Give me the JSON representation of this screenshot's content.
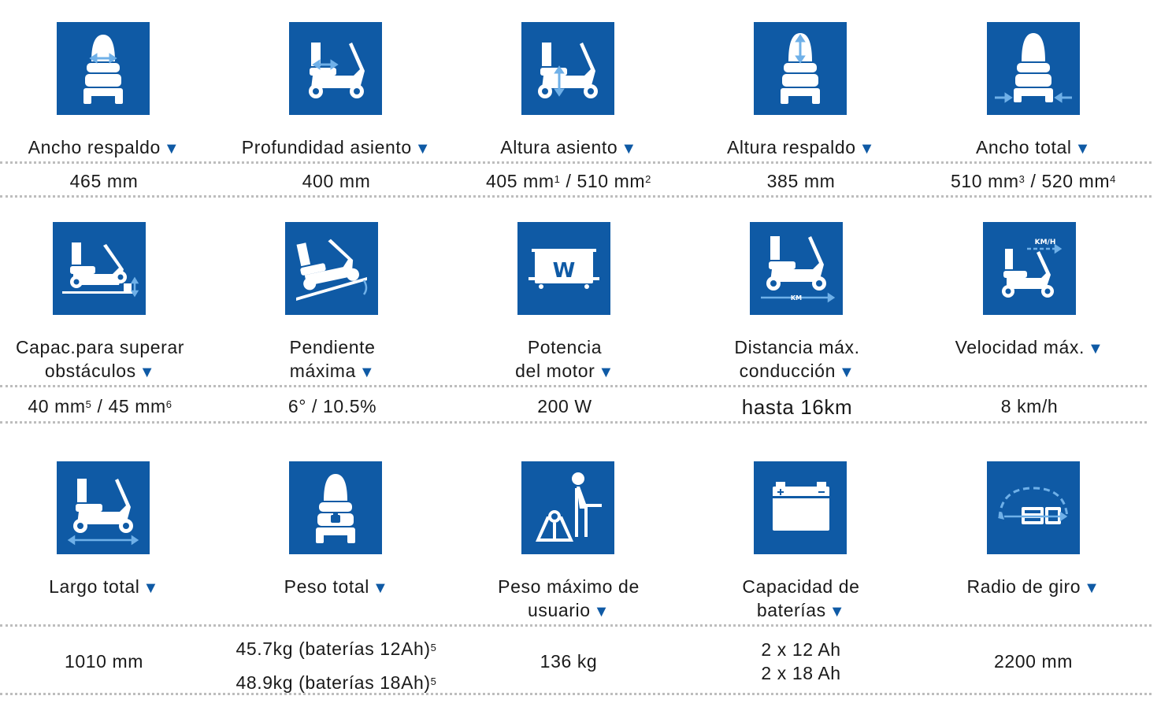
{
  "accent_color": "#0f5aa5",
  "rows": [
    {
      "items": [
        {
          "icon": "backrest-width-icon",
          "label": "Ancho respaldo",
          "value": "465 mm"
        },
        {
          "icon": "seat-depth-icon",
          "label": "Profundidad asiento",
          "value": "400 mm"
        },
        {
          "icon": "seat-height-icon",
          "label": "Altura asiento",
          "value_a": "405 mm",
          "sup_a": "1",
          "value_b": " / 510 mm",
          "sup_b": "2"
        },
        {
          "icon": "backrest-height-icon",
          "label": "Altura respaldo",
          "value": "385 mm"
        },
        {
          "icon": "total-width-icon",
          "label": "Ancho total",
          "value_a": "510 mm",
          "sup_a": "3",
          "value_b": " / 520 mm",
          "sup_b": "4"
        }
      ]
    },
    {
      "items": [
        {
          "icon": "obstacle-climb-icon",
          "label_1": "Capac.para superar",
          "label_2": "obstáculos",
          "value_a": "40 mm",
          "sup_a": "5",
          "value_b": " / 45 mm",
          "sup_b": "6"
        },
        {
          "icon": "max-slope-icon",
          "label_1": "Pendiente",
          "label_2": "máxima",
          "value": "6° / 10.5%"
        },
        {
          "icon": "motor-power-icon",
          "label_1": "Potencia",
          "label_2": "del motor",
          "value": "200 W",
          "icon_text": "W"
        },
        {
          "icon": "max-range-icon",
          "label_1": "Distancia máx.",
          "label_2": "conducción",
          "value": "hasta 16km",
          "icon_text": "KM"
        },
        {
          "icon": "max-speed-icon",
          "label_1": "Velocidad máx.",
          "value": "8 km/h",
          "icon_text": "KM/H"
        }
      ]
    },
    {
      "items": [
        {
          "icon": "total-length-icon",
          "label": "Largo total",
          "value": "1010 mm"
        },
        {
          "icon": "total-weight-icon",
          "label": "Peso total",
          "value_1": "45.7kg (baterías 12Ah)",
          "sup_1": "5",
          "value_2": "48.9kg (baterías 18Ah)",
          "sup_2": "5"
        },
        {
          "icon": "max-user-weight-icon",
          "label_1": "Peso máximo de",
          "label_2": "usuario",
          "value": "136 kg"
        },
        {
          "icon": "battery-capacity-icon",
          "label_1": "Capacidad de",
          "label_2": "baterías",
          "value_1": "2 x 12 Ah",
          "value_2": "2 x 18 Ah"
        },
        {
          "icon": "turning-radius-icon",
          "label": "Radio de giro",
          "value": "2200 mm"
        }
      ]
    }
  ],
  "dropdown_marker": "▼"
}
